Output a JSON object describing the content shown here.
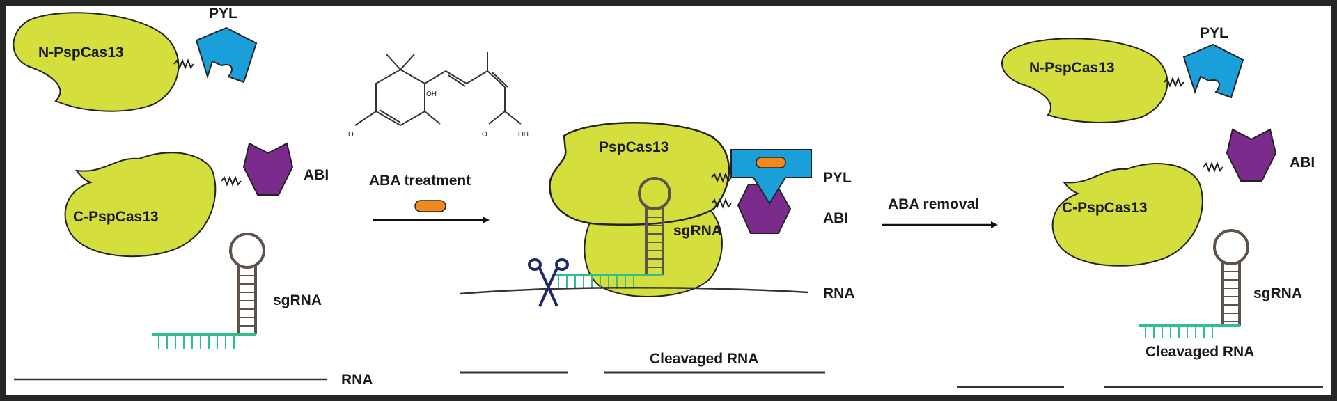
{
  "panel_left": {
    "n_domain": "N-PspCas13",
    "pyl": "PYL",
    "c_domain": "C-PspCas13",
    "abi": "ABI",
    "sgrna": "sgRNA",
    "rna": "RNA"
  },
  "step1": {
    "label": "ABA treatment",
    "molecule_oh": "OH",
    "molecule_o": "O",
    "molecule_cooh_o": "O",
    "molecule_cooh_oh": "OH"
  },
  "panel_middle": {
    "cas13": "PspCas13",
    "pyl": "PYL",
    "abi": "ABI",
    "sgrna": "sgRNA",
    "rna": "RNA",
    "cleaved": "Cleavaged RNA"
  },
  "step2": {
    "label": "ABA removal"
  },
  "panel_right": {
    "n_domain": "N-PspCas13",
    "pyl": "PYL",
    "c_domain": "C-PspCas13",
    "abi": "ABI",
    "sgrna": "sgRNA",
    "cleaved": "Cleavaged RNA"
  },
  "colors": {
    "cas13_fill": "#d4de3c",
    "pyl_fill": "#1b9fda",
    "abi_fill": "#7b2b8c",
    "aba_fill": "#f08a1c",
    "guide": "#2fbf8a",
    "rna_stem": "#5e524a"
  }
}
